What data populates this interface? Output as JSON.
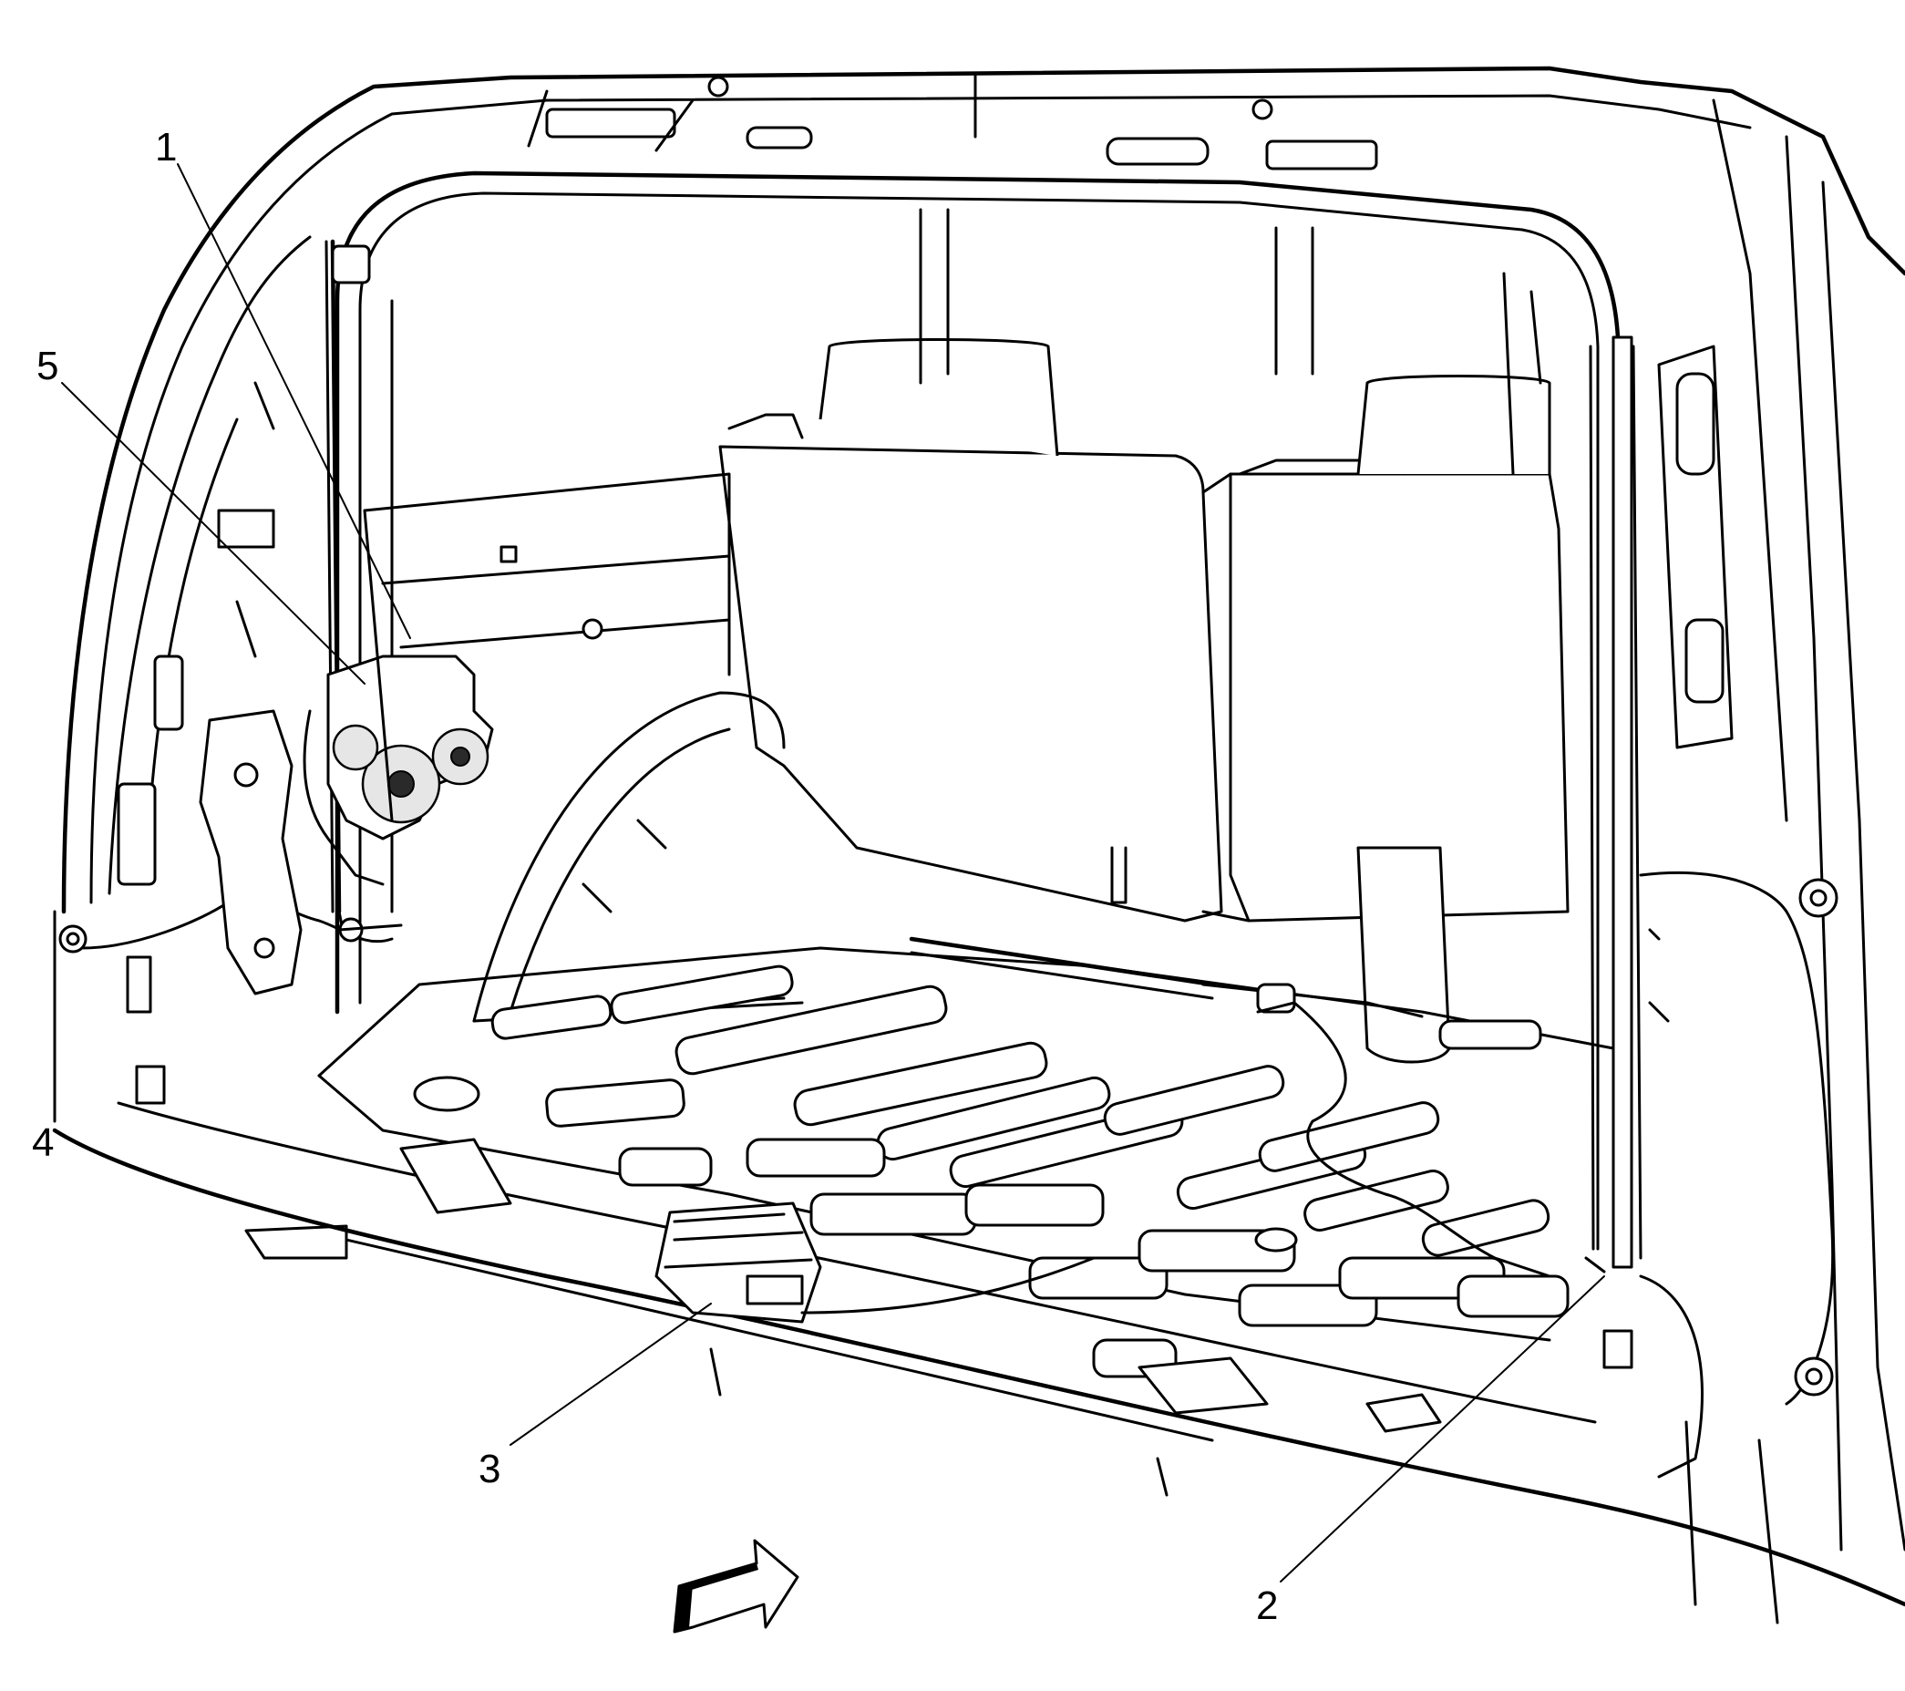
{
  "callouts": [
    {
      "id": "1",
      "text": "1"
    },
    {
      "id": "2",
      "text": "2"
    },
    {
      "id": "3",
      "text": "3"
    },
    {
      "id": "4",
      "text": "4"
    },
    {
      "id": "5",
      "text": "5"
    }
  ],
  "icons": {
    "direction_arrow": "view-direction-arrow-icon"
  }
}
